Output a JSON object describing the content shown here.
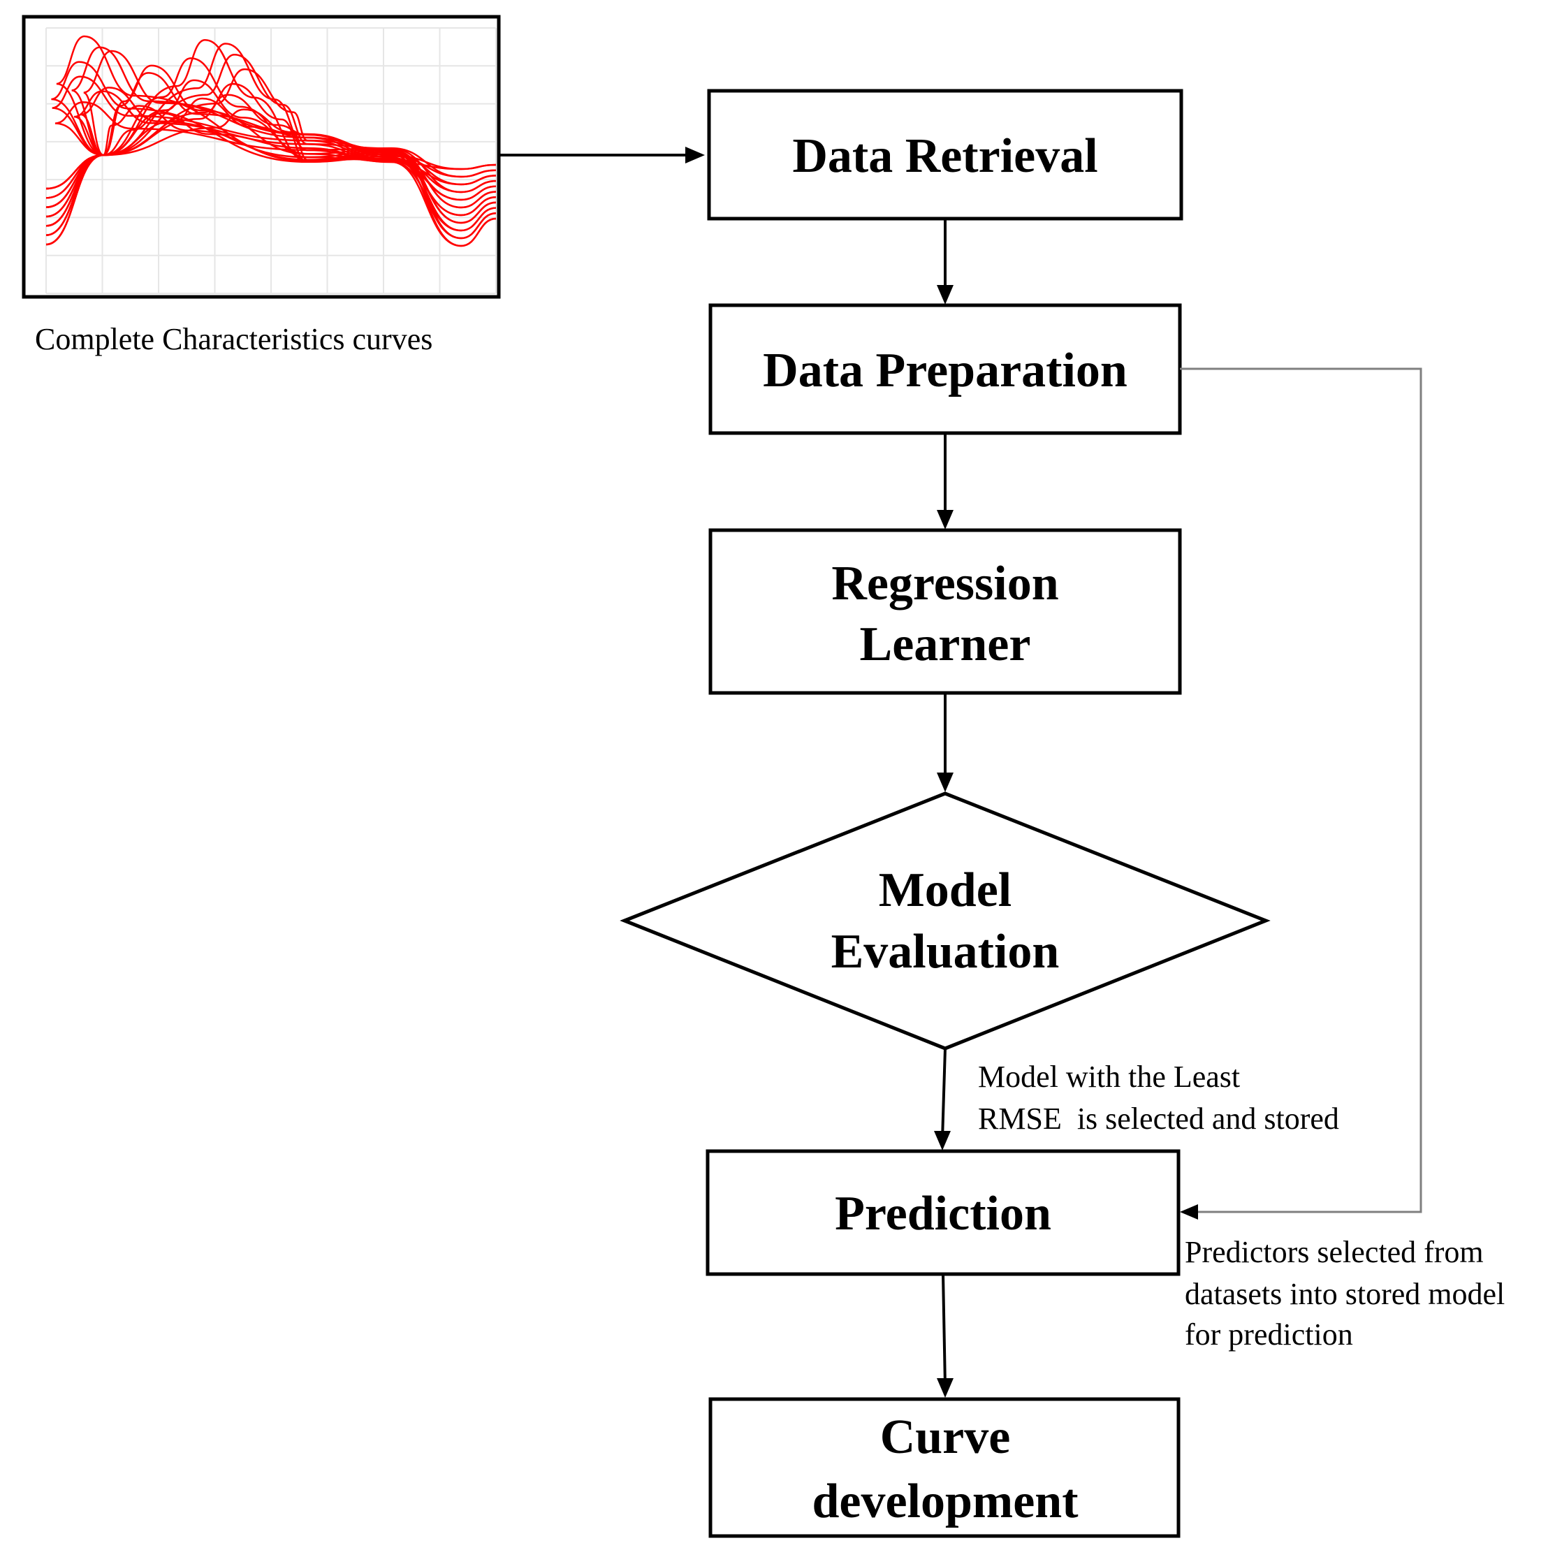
{
  "inset": {
    "caption": "Complete Characteristics curves",
    "curve_color": "#ff0000"
  },
  "nodes": {
    "data_retrieval": "Data Retrieval",
    "data_preparation": "Data Preparation",
    "regression_learner": [
      "Regression",
      "Learner"
    ],
    "model_evaluation": [
      "Model",
      "Evaluation"
    ],
    "prediction": "Prediction",
    "curve_development": [
      "Curve",
      "development"
    ]
  },
  "annotations": {
    "model_selected": [
      "Model with the Least",
      "RMSE  is selected and stored"
    ],
    "predictors_selected": [
      "Predictors selected from",
      "datasets into stored model",
      "for prediction"
    ]
  },
  "colors": {
    "line": "#000000",
    "feedback_line": "#7f7f7f"
  }
}
